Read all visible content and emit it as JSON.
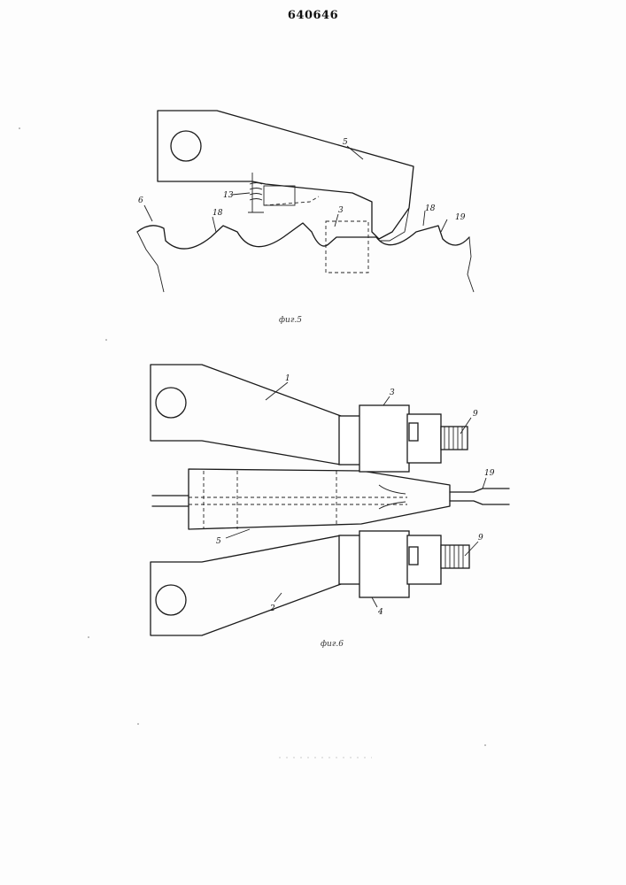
{
  "patent_number": "640646",
  "figure5": {
    "caption": "фиг.5",
    "labels": {
      "arm": "5",
      "spring": "13",
      "wheel": "6",
      "tooth_left": "18",
      "block": "3",
      "tooth_right": "18",
      "tip": "19"
    }
  },
  "figure6": {
    "caption": "фиг.6",
    "labels": {
      "upper_arm": "1",
      "lower_arm": "2",
      "upper_block": "3",
      "lower_block": "4",
      "wedge": "5",
      "upper_bolt": "9",
      "lower_bolt": "9",
      "rod_tip": "19"
    }
  }
}
